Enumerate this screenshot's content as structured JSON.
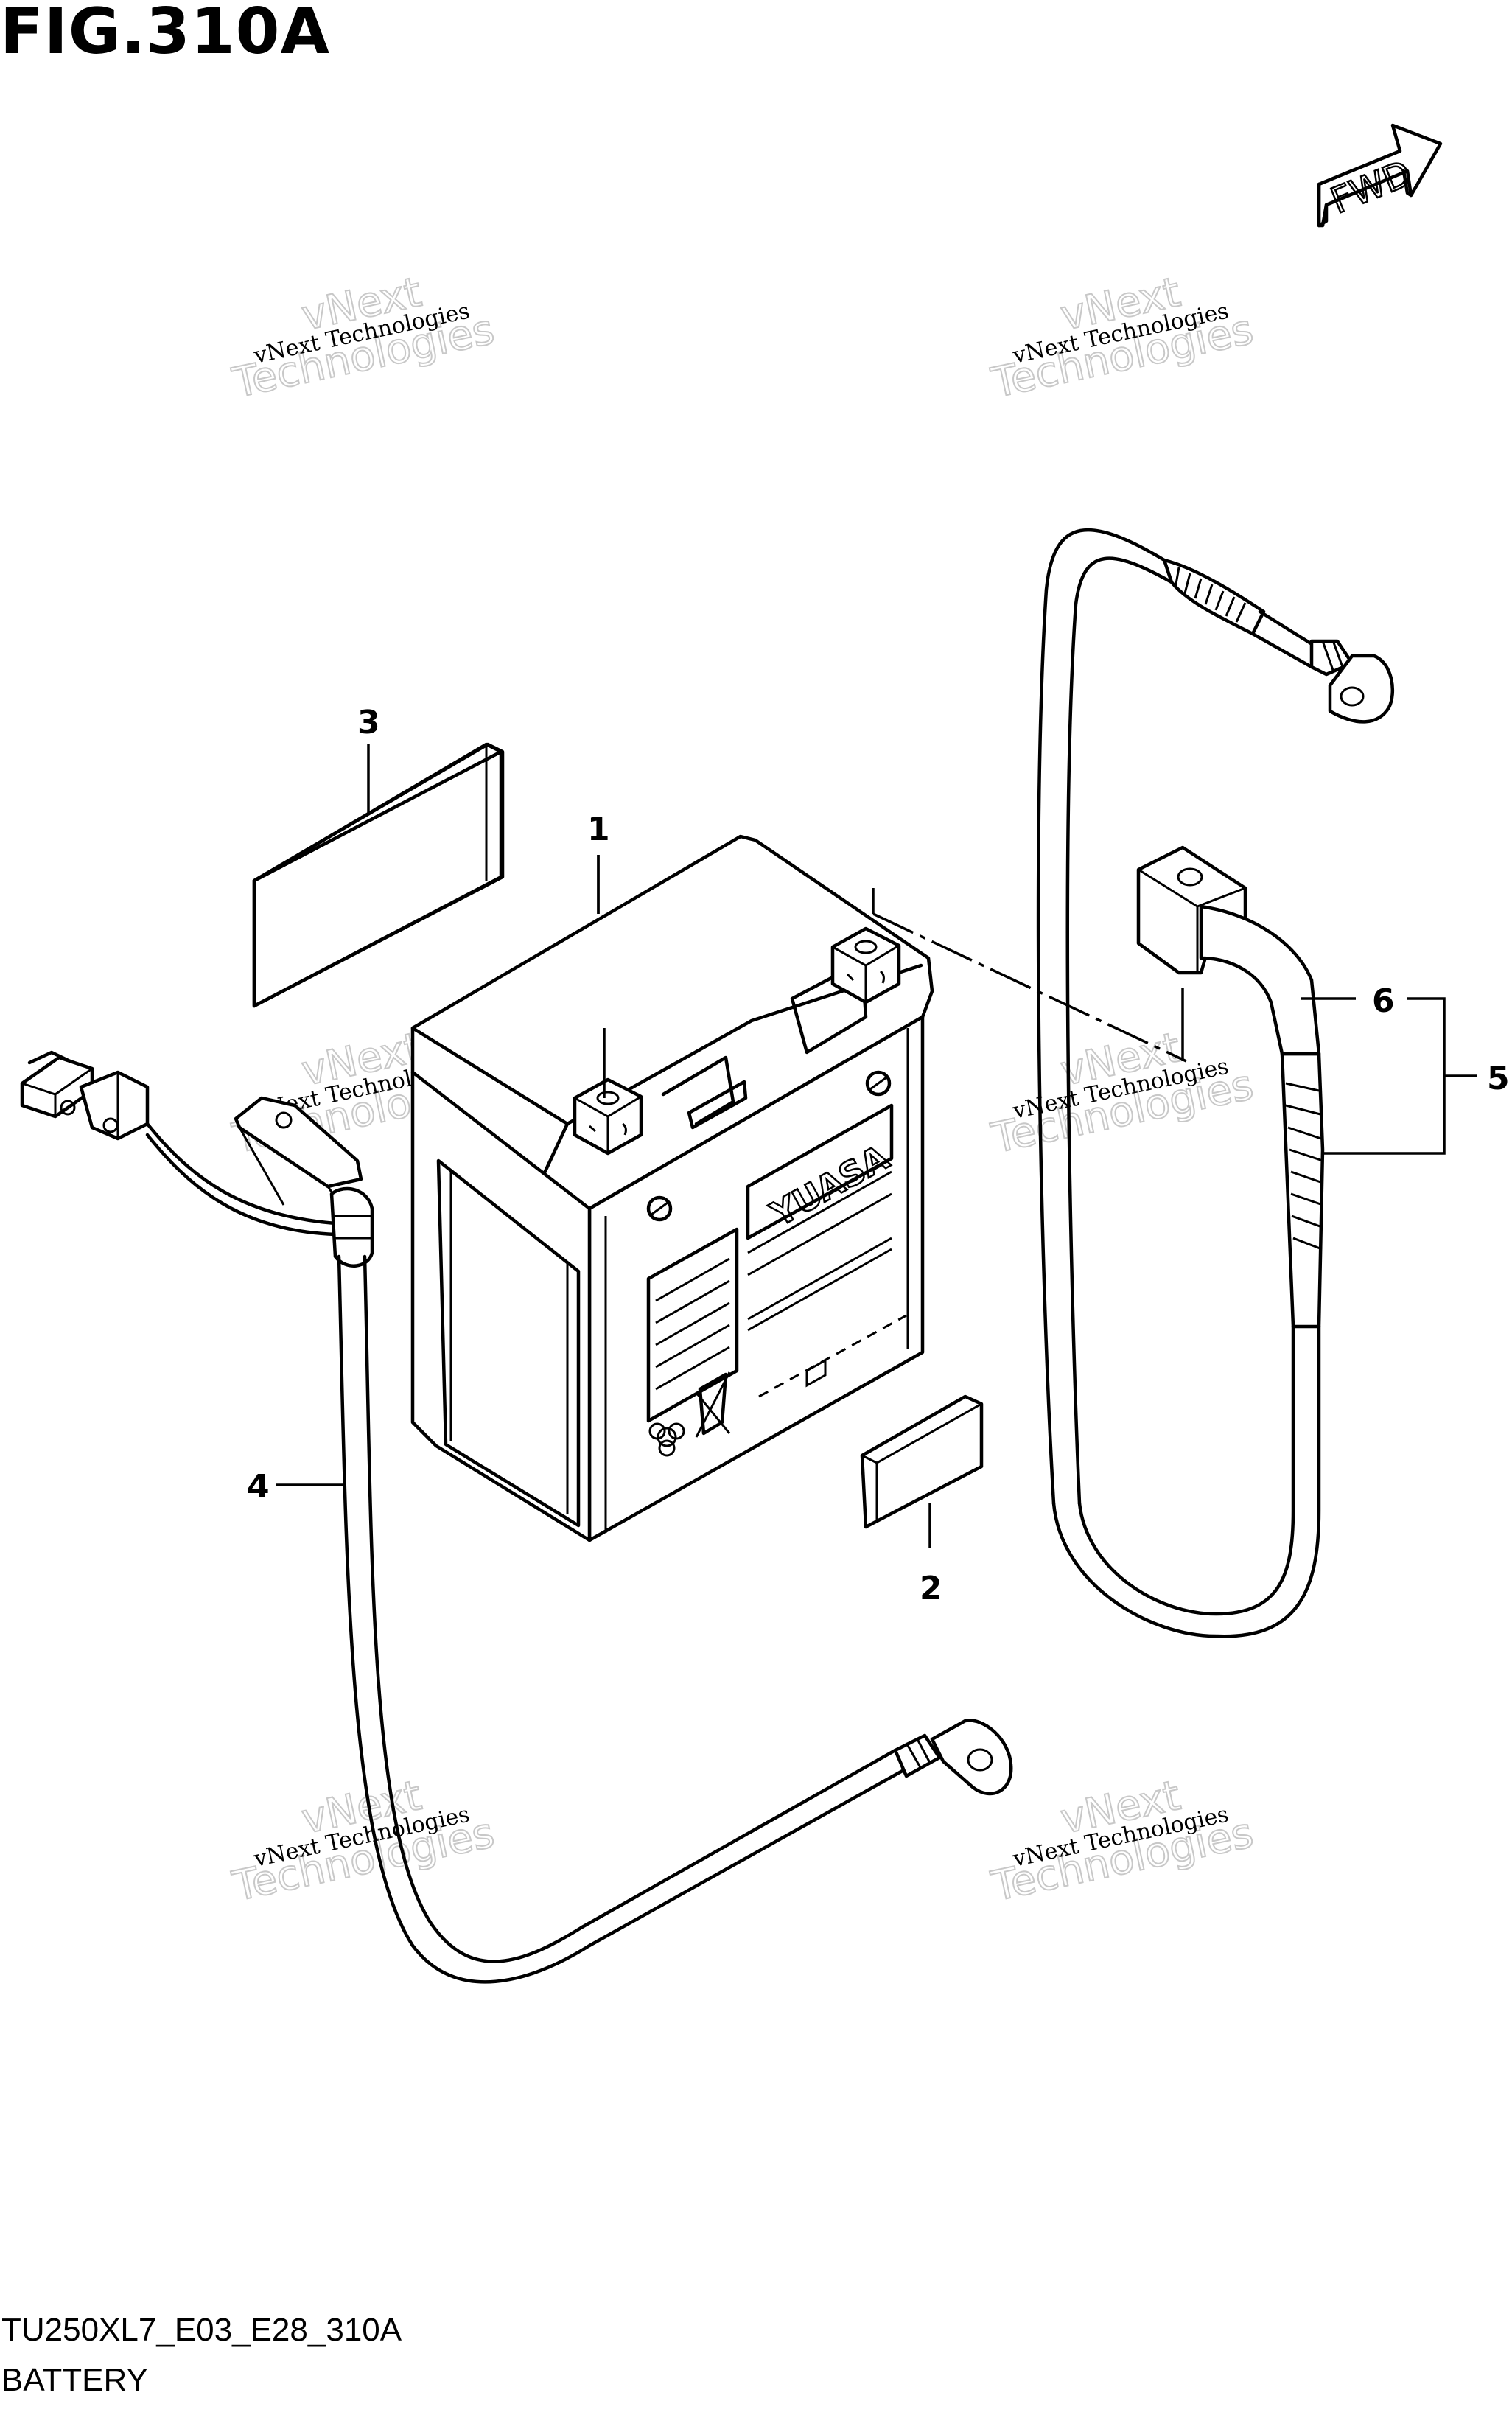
{
  "figure": {
    "title": "FIG.310A",
    "model_code": "TU250XL7_E03_E28_310A",
    "section": "BATTERY"
  },
  "direction_badge": {
    "label": "FWD"
  },
  "battery_brand": "YUASA",
  "callouts": [
    {
      "id": "1",
      "label": "1"
    },
    {
      "id": "2",
      "label": "2"
    },
    {
      "id": "3",
      "label": "3"
    },
    {
      "id": "4",
      "label": "4"
    },
    {
      "id": "5",
      "label": "5"
    },
    {
      "id": "6",
      "label": "6"
    }
  ],
  "watermark": {
    "line_small": "vNext Technologies",
    "line_big_1": "vNext",
    "line_big_2": "Technologies"
  }
}
